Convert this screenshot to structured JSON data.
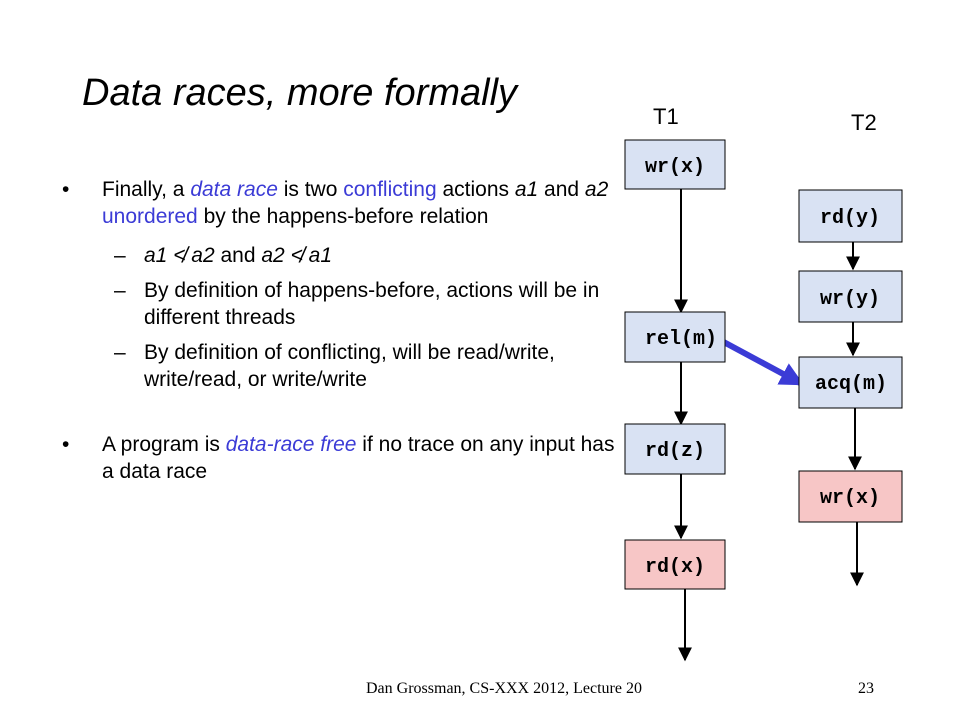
{
  "slide": {
    "title": "Data races, more formally",
    "bullet1": {
      "p1": "Finally, a ",
      "p2": "data race",
      "p3": " is two ",
      "p4": "conflicting",
      "p5": " actions ",
      "p6": "a1",
      "p7": " and ",
      "p8": "a2",
      "p9": " ",
      "p10": "unordered",
      "p11": " by the happens-before relation"
    },
    "sub1": {
      "p1": "a1",
      "p2": " ≮ ",
      "p3": "a2",
      "p4": " and ",
      "p5": "a2",
      "p6": " ≮ ",
      "p7": "a1"
    },
    "sub2": "By definition of happens-before, actions will be in different threads",
    "sub3": "By definition of conflicting, will be read/write, write/read, or write/write",
    "bullet2": {
      "p1": "A program is ",
      "p2": "data-race free",
      "p3": " if no trace on any input has a data race"
    },
    "bullet_glyph": "•",
    "dash_glyph": "–",
    "footer_left": "Dan Grossman, CS-XXX 2012, Lecture 20",
    "footer_right": "23"
  },
  "diagram": {
    "t1_label": "T1",
    "t2_label": "T2",
    "t1_nodes": [
      {
        "label": "wr(x)",
        "highlight": false
      },
      {
        "label": "rel(m)",
        "highlight": false
      },
      {
        "label": "rd(z)",
        "highlight": false
      },
      {
        "label": "rd(x)",
        "highlight": true
      }
    ],
    "t2_nodes": [
      {
        "label": "rd(y)",
        "highlight": false
      },
      {
        "label": "wr(y)",
        "highlight": false
      },
      {
        "label": "acq(m)",
        "highlight": false
      },
      {
        "label": "wr(x)",
        "highlight": true
      }
    ],
    "sync_edge": {
      "from": "rel(m)",
      "to": "acq(m)"
    }
  },
  "colors": {
    "highlight_text": "#3b3bd6",
    "node_fill": "#d9e2f3",
    "node_fill_race": "#f7c6c6",
    "sync_arrow": "#3b3bd6",
    "edge": "#000000"
  }
}
